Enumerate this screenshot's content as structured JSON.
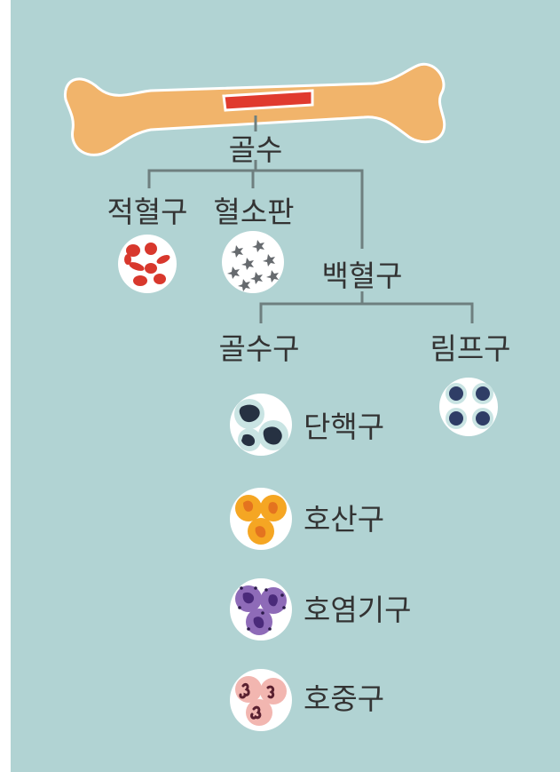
{
  "colors": {
    "background": "#b1d3d3",
    "bone": "#f1b46b",
    "marrow": "#e03a2e",
    "line": "#6e7f7f",
    "text": "#333333"
  },
  "labels": {
    "bone_marrow": "골수",
    "red_blood_cell": "적혈구",
    "platelet": "혈소판",
    "white_blood_cell": "백혈구",
    "myeloid": "골수구",
    "lymphocyte": "림프구",
    "monocyte": "단핵구",
    "eosinophil": "호산구",
    "basophil": "호염기구",
    "neutrophil": "호중구"
  }
}
